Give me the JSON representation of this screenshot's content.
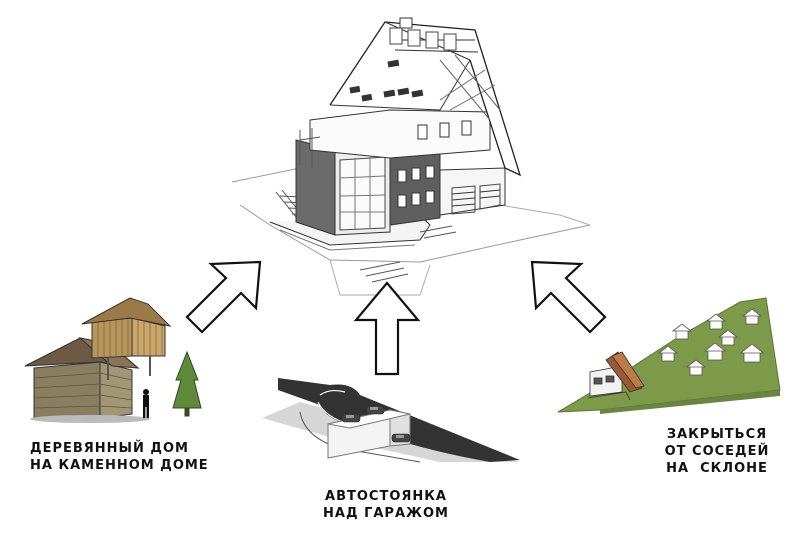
{
  "captions": {
    "left": [
      "ДЕРЕВЯННЫЙ ДОМ",
      "НА КАМЕННОМ ДОМЕ"
    ],
    "center": [
      "АВТОСТОЯНКА",
      "НАД ГАРАЖОМ"
    ],
    "right": [
      "ЗАКРЫТЬСЯ",
      "ОТ СОСЕДЕЙ",
      "НА  СКЛОНЕ"
    ]
  },
  "icons": {
    "main": "house-sketch-icon",
    "left": "wood-on-stone-house-icon",
    "center": "parking-over-garage-icon",
    "right": "houses-on-slope-icon",
    "arrows": "arrow-up-outline-icon"
  },
  "colors": {
    "stone": "#8a7e60",
    "wood": "#b8955c",
    "grass": "#7c9a4a",
    "road": "#333333",
    "dark_panel": "#5a5a5a"
  }
}
